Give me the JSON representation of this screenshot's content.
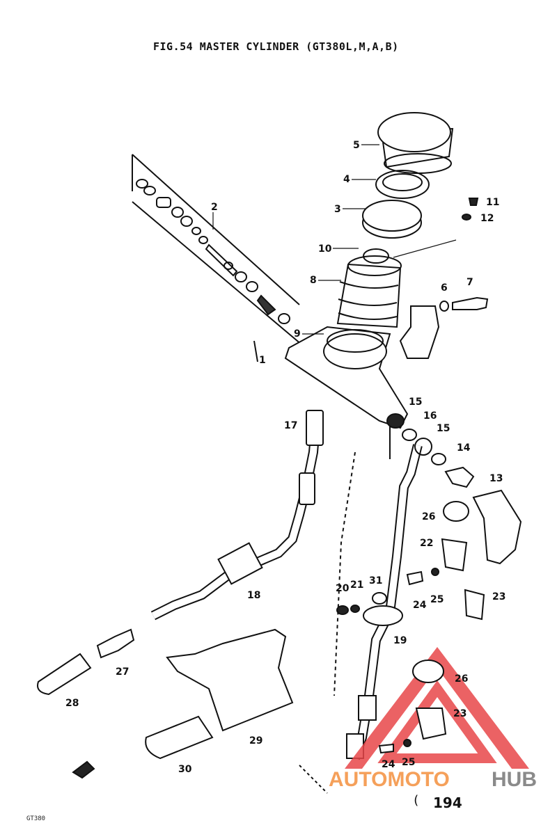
{
  "figure": {
    "title": "FIG.54  MASTER CYLINDER (GT380L,M,A,B)",
    "page_number": "194",
    "page_prefix": "(",
    "footer_left": "GT380"
  },
  "callouts": {
    "c1": "1",
    "c2": "2",
    "c3": "3",
    "c4": "4",
    "c5": "5",
    "c6": "6",
    "c7": "7",
    "c8": "8",
    "c9": "9",
    "c10": "10",
    "c11": "11",
    "c12": "12",
    "c13": "13",
    "c14": "14",
    "c15a": "15",
    "c15b": "15",
    "c16": "16",
    "c17": "17",
    "c18": "18",
    "c19": "19",
    "c20": "20",
    "c21": "21",
    "c22": "22",
    "c23a": "23",
    "c23b": "23",
    "c24a": "24",
    "c24b": "24",
    "c25a": "25",
    "c25b": "25",
    "c26a": "26",
    "c26b": "26",
    "c27": "27",
    "c28": "28",
    "c29": "29",
    "c30": "30",
    "c31": "31"
  },
  "watermark": {
    "text_part1": "AUTOMOTO",
    "text_part2": "HUB",
    "color1": "#f5a05a",
    "color2": "#8a8a8a",
    "triangle_color": "#e8474a"
  }
}
